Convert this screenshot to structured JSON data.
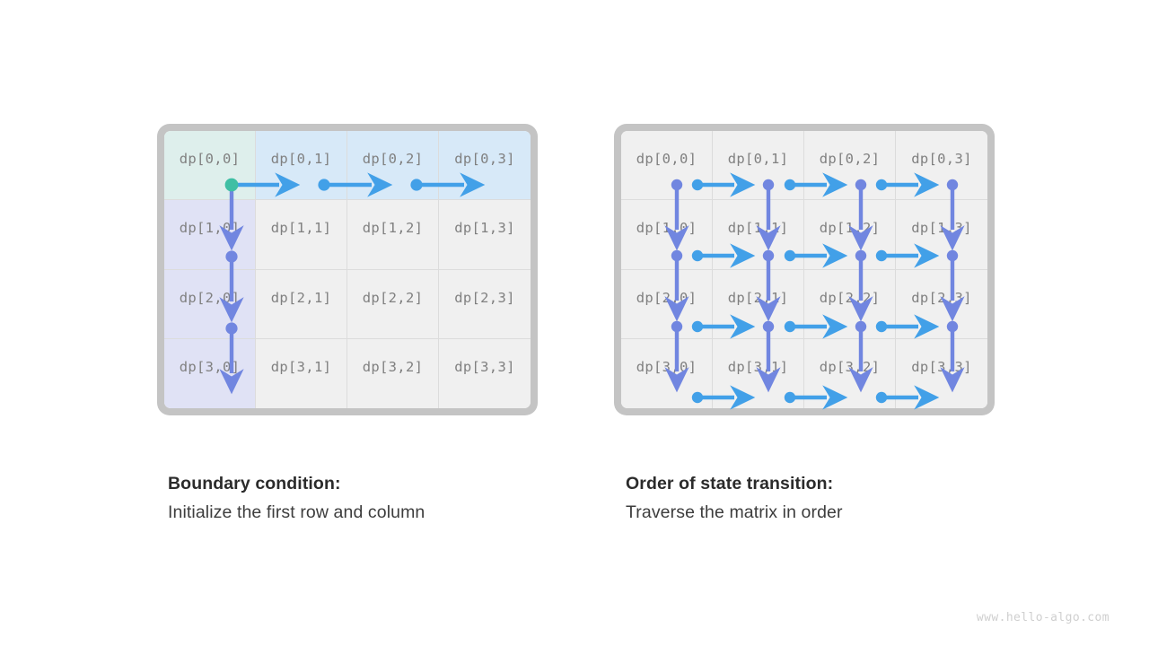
{
  "colors": {
    "frame": "#c4c4c4",
    "cell_default": "#f0f0f0",
    "cell_initialized_origin": "#deefec",
    "cell_first_row": "#d7e9f8",
    "cell_first_column": "#e0e2f5",
    "grid_line": "#dcdcdc",
    "arrow_horizontal": "#42a0e8",
    "arrow_vertical": "#7186e0",
    "dot_origin": "#3fbfa4",
    "cell_text": "#808080",
    "caption_title": "#2b2b2b",
    "caption_subtitle": "#3d3d3d",
    "watermark": "#cfcfcf"
  },
  "panels": [
    {
      "id": "boundary-condition",
      "grid": {
        "rows": 4,
        "cols": 4,
        "cells": [
          [
            {
              "label": "dp[0,0]",
              "fill": "teal"
            },
            {
              "label": "dp[0,1]",
              "fill": "blue"
            },
            {
              "label": "dp[0,2]",
              "fill": "blue"
            },
            {
              "label": "dp[0,3]",
              "fill": "blue"
            }
          ],
          [
            {
              "label": "dp[1,0]",
              "fill": "lavender"
            },
            {
              "label": "dp[1,1]",
              "fill": "gray"
            },
            {
              "label": "dp[1,2]",
              "fill": "gray"
            },
            {
              "label": "dp[1,3]",
              "fill": "gray"
            }
          ],
          [
            {
              "label": "dp[2,0]",
              "fill": "lavender"
            },
            {
              "label": "dp[2,1]",
              "fill": "gray"
            },
            {
              "label": "dp[2,2]",
              "fill": "gray"
            },
            {
              "label": "dp[2,3]",
              "fill": "gray"
            }
          ],
          [
            {
              "label": "dp[3,0]",
              "fill": "lavender"
            },
            {
              "label": "dp[3,1]",
              "fill": "gray"
            },
            {
              "label": "dp[3,2]",
              "fill": "gray"
            },
            {
              "label": "dp[3,3]",
              "fill": "gray"
            }
          ]
        ]
      },
      "caption": {
        "title": "Boundary condition:",
        "subtitle": "Initialize the first row and column"
      }
    },
    {
      "id": "state-transition-order",
      "grid": {
        "rows": 4,
        "cols": 4,
        "cells": [
          [
            {
              "label": "dp[0,0]",
              "fill": "gray"
            },
            {
              "label": "dp[0,1]",
              "fill": "gray"
            },
            {
              "label": "dp[0,2]",
              "fill": "gray"
            },
            {
              "label": "dp[0,3]",
              "fill": "gray"
            }
          ],
          [
            {
              "label": "dp[1,0]",
              "fill": "gray"
            },
            {
              "label": "dp[1,1]",
              "fill": "gray"
            },
            {
              "label": "dp[1,2]",
              "fill": "gray"
            },
            {
              "label": "dp[1,3]",
              "fill": "gray"
            }
          ],
          [
            {
              "label": "dp[2,0]",
              "fill": "gray"
            },
            {
              "label": "dp[2,1]",
              "fill": "gray"
            },
            {
              "label": "dp[2,2]",
              "fill": "gray"
            },
            {
              "label": "dp[2,3]",
              "fill": "gray"
            }
          ],
          [
            {
              "label": "dp[3,0]",
              "fill": "gray"
            },
            {
              "label": "dp[3,1]",
              "fill": "gray"
            },
            {
              "label": "dp[3,2]",
              "fill": "gray"
            },
            {
              "label": "dp[3,3]",
              "fill": "gray"
            }
          ]
        ]
      },
      "caption": {
        "title": "Order of state transition:",
        "subtitle": "Traverse the matrix in order"
      }
    }
  ],
  "watermark": "www.hello-algo.com"
}
